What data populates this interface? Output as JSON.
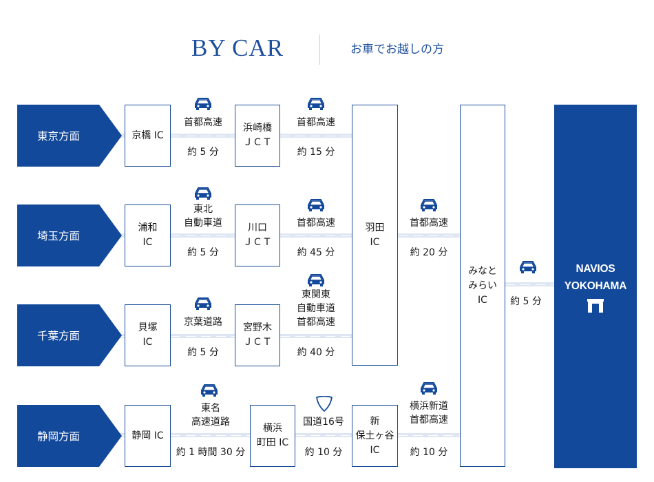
{
  "header": {
    "title": "BY CAR",
    "subtitle": "お車でお越しの方"
  },
  "regions": [
    "東京方面",
    "埼玉方面",
    "千葉方面",
    "静岡方面"
  ],
  "ics": {
    "kyobashi": "京橋 IC",
    "urawa": [
      "浦和",
      "IC"
    ],
    "kaizuka": [
      "貝塚",
      "IC"
    ],
    "shizuoka": "静岡 IC",
    "hamazaki": [
      "浜崎橋",
      "ＪＣＴ"
    ],
    "kawaguchi": [
      "川口",
      "ＪＣＴ"
    ],
    "miyanogi": [
      "宮野木",
      "ＪＣＴ"
    ],
    "yokohama_machida": [
      "横浜",
      "町田 IC"
    ],
    "haneda": [
      "羽田",
      "IC"
    ],
    "shin_hodogaya": [
      "新",
      "保土ヶ谷",
      "IC"
    ],
    "minatomirai": [
      "みなと",
      "みらい",
      "IC"
    ]
  },
  "routes": {
    "r1a": {
      "name": [
        "首都高速"
      ],
      "time": "約 5 分"
    },
    "r1b": {
      "name": [
        "首都高速"
      ],
      "time": "約 15 分"
    },
    "r2a": {
      "name": [
        "東北",
        "自動車道"
      ],
      "time": "約 5 分"
    },
    "r2b": {
      "name": [
        "首都高速"
      ],
      "time": "約 45 分"
    },
    "r3a": {
      "name": [
        "京葉道路"
      ],
      "time": "約 5 分"
    },
    "r3b": {
      "name": [
        "東関東",
        "自動車道",
        "首都高速"
      ],
      "time": "約 40 分"
    },
    "r4a": {
      "name": [
        "東名",
        "高速道路"
      ],
      "time": "約 1 時間 30 分"
    },
    "r4b": {
      "name": [
        "国道16号"
      ],
      "time": "約 10 分"
    },
    "r4c": {
      "name": [
        "横浜新道",
        "首都高速"
      ],
      "time": "約 10 分"
    },
    "rh": {
      "name": [
        "首都高速"
      ],
      "time": "約 20 分"
    },
    "rf": {
      "name": [],
      "time": "約 5 分"
    }
  },
  "destination": {
    "line1": "NAVIOS",
    "line2": "YOKOHAMA"
  },
  "icons": {
    "vehicle": "car-icon",
    "national_route": "route-shield-icon",
    "building": "building-icon"
  },
  "colors": {
    "primary": "#13499b",
    "road": "#dfe6f3",
    "box_border": "#174a97"
  }
}
